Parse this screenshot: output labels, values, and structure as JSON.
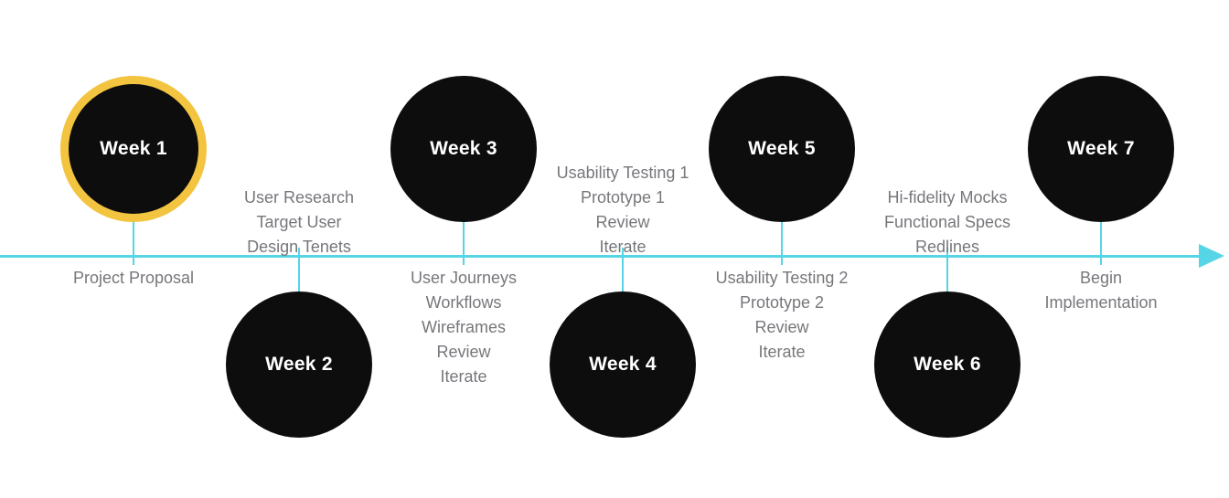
{
  "timeline": {
    "colors": {
      "accent": "#55D5E5",
      "highlight_ring": "#F2C440",
      "node_fill": "#0D0D0D",
      "deliverable_text": "#76777B",
      "week_text": "#FFFFFF"
    },
    "axis": {
      "style": "right-arrow"
    },
    "milestones": [
      {
        "week": "Week 1",
        "circle_side": "above",
        "highlighted": true,
        "deliverables": [
          "Project Proposal"
        ]
      },
      {
        "week": "Week 2",
        "circle_side": "below",
        "highlighted": false,
        "deliverables": [
          "User Research",
          "Target User",
          "Design Tenets"
        ]
      },
      {
        "week": "Week 3",
        "circle_side": "above",
        "highlighted": false,
        "deliverables": [
          "User Journeys",
          "Workflows",
          "Wireframes",
          "Review",
          "Iterate"
        ]
      },
      {
        "week": "Week 4",
        "circle_side": "below",
        "highlighted": false,
        "deliverables": [
          "Usability Testing 1",
          "Prototype 1",
          "Review",
          "Iterate"
        ]
      },
      {
        "week": "Week 5",
        "circle_side": "above",
        "highlighted": false,
        "deliverables": [
          "Usability Testing 2",
          "Prototype 2",
          "Review",
          "Iterate"
        ]
      },
      {
        "week": "Week 6",
        "circle_side": "below",
        "highlighted": false,
        "deliverables": [
          "Hi-fidelity Mocks",
          "Functional Specs",
          "Redlines"
        ]
      },
      {
        "week": "Week 7",
        "circle_side": "above",
        "highlighted": false,
        "deliverables": [
          "Begin",
          "Implementation"
        ]
      }
    ]
  }
}
